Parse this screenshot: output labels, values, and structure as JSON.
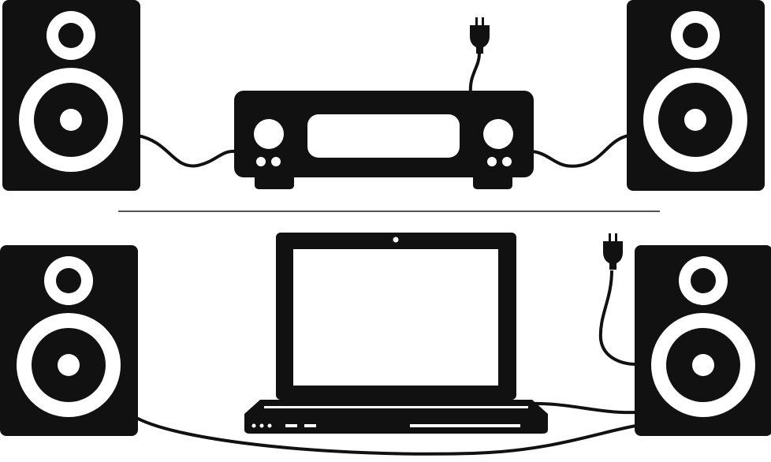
{
  "colors": {
    "ink": "#111111",
    "background": "#ffffff",
    "divider": "#555555"
  },
  "scenes": [
    {
      "label": "",
      "devices": [
        "speaker-left",
        "amplifier",
        "speaker-right",
        "power-plug"
      ]
    },
    {
      "label": "",
      "devices": [
        "speaker-left",
        "laptop",
        "speaker-right",
        "power-plug"
      ]
    }
  ]
}
